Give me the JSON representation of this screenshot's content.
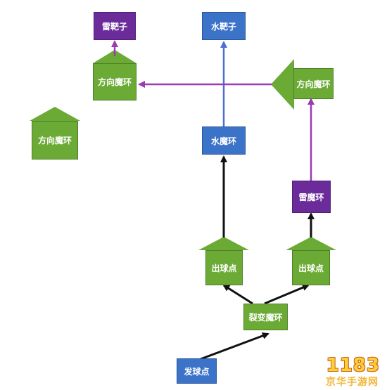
{
  "colors": {
    "green": "#6aaa35",
    "blue": "#3b73c8",
    "purple": "#6b2b9a",
    "arrow_black": "#111111",
    "arrow_blue": "#4a6fd6",
    "arrow_purple": "#9b3bb3"
  },
  "nodes": {
    "launch": "发球点",
    "split": "裂变魔环",
    "exit_left": "出球点",
    "exit_right": "出球点",
    "water_ring": "水魔环",
    "thunder_ring": "雷魔环",
    "dir_right": "方向魔环",
    "dir_left": "方向魔环",
    "dir_lone": "方向魔环",
    "water_target": "水靶子",
    "thunder_target": "雷靶子"
  },
  "watermark": {
    "number": "1183",
    "text": "京华手游网"
  }
}
